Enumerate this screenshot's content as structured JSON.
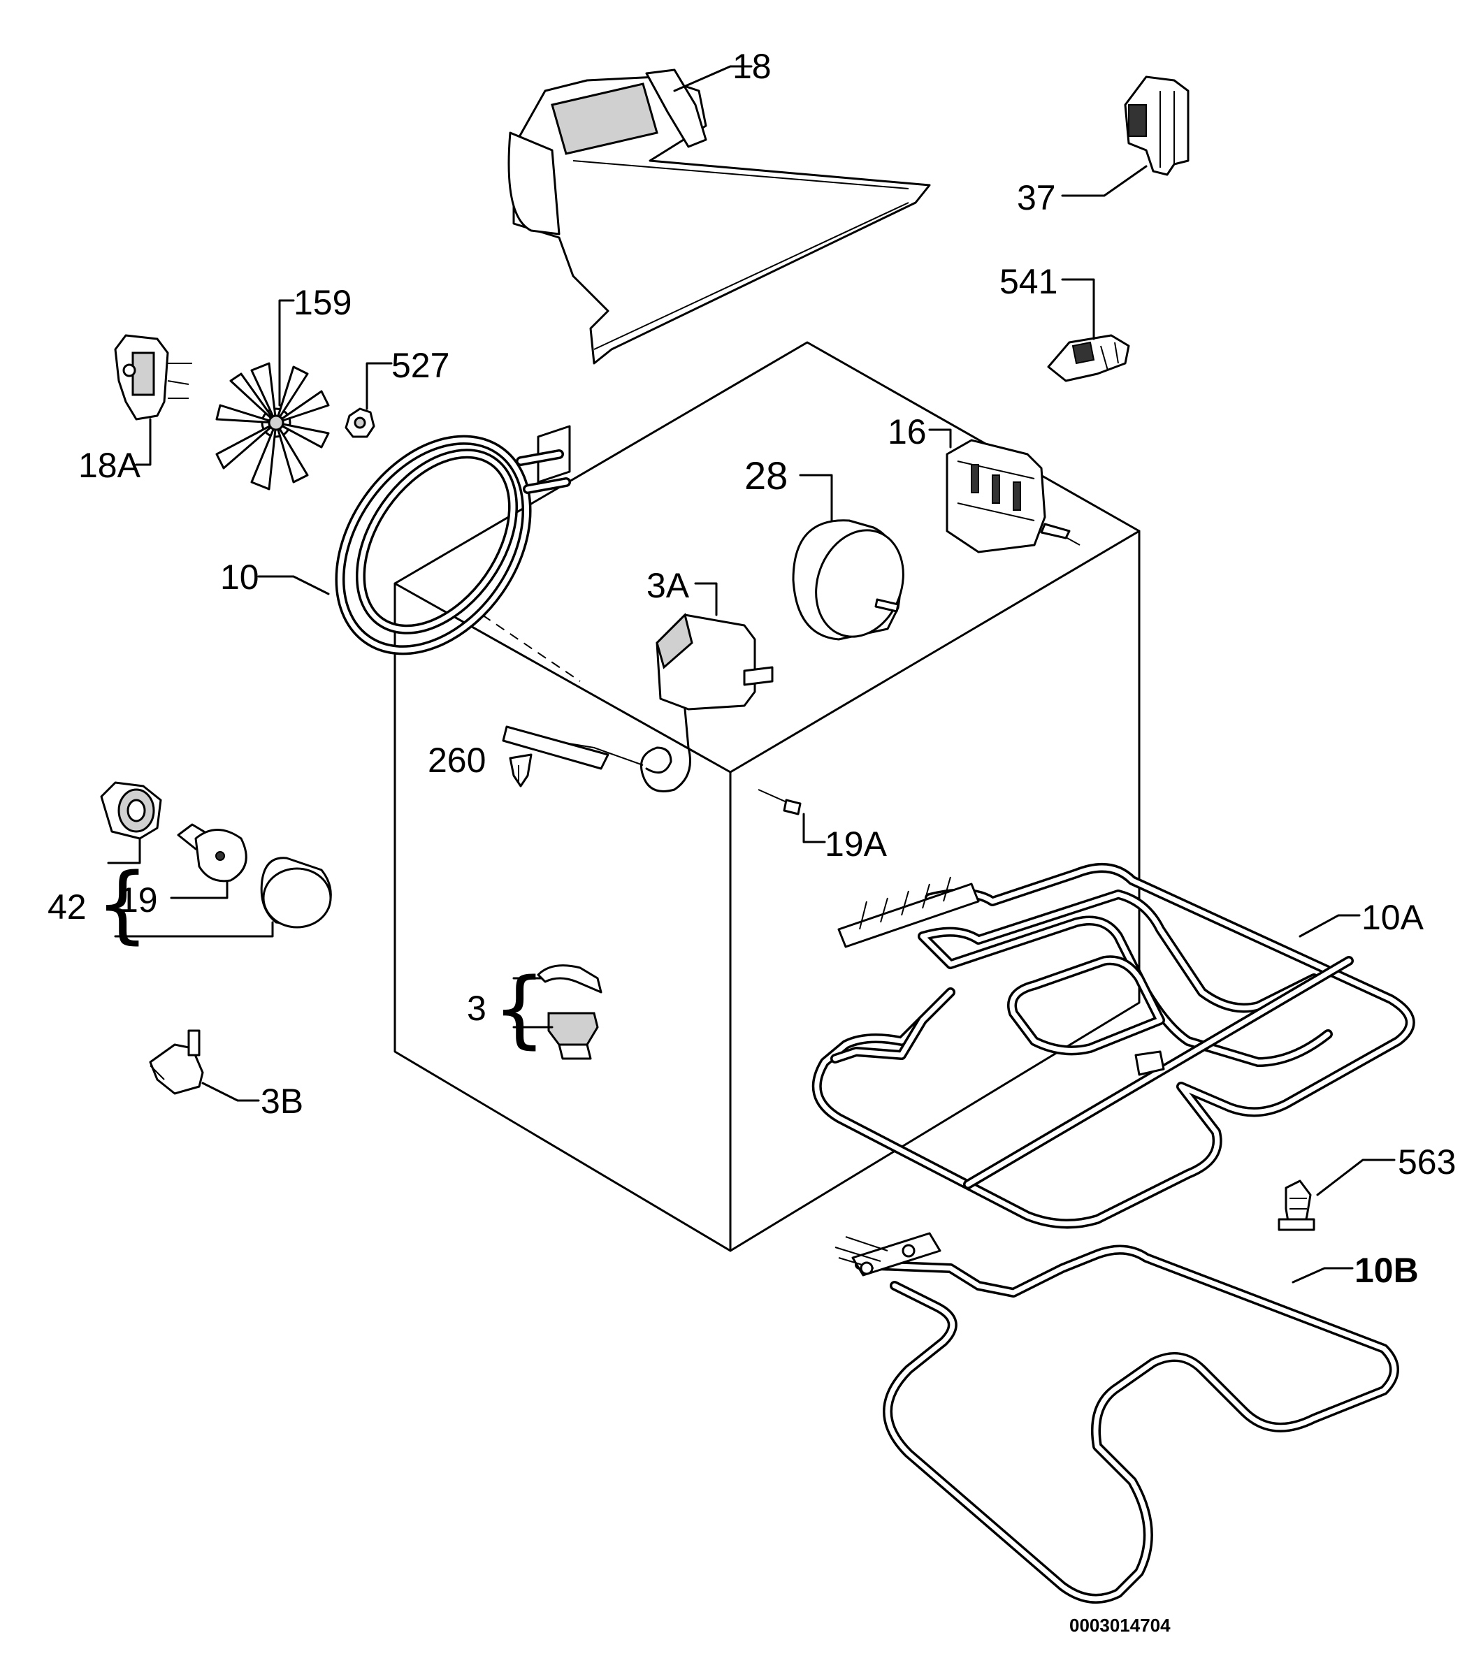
{
  "labels": {
    "l18": "18",
    "l37": "37",
    "l541": "541",
    "l159": "159",
    "l527": "527",
    "l18A": "18A",
    "l16": "16",
    "l28": "28",
    "l10": "10",
    "l3A": "3A",
    "l260": "260",
    "l19A": "19A",
    "l42": "42",
    "l19": "19",
    "l10A": "10A",
    "l3": "3",
    "l3B": "3B",
    "l563": "563",
    "l10B": "10B"
  },
  "drawing_code": "0003014704"
}
